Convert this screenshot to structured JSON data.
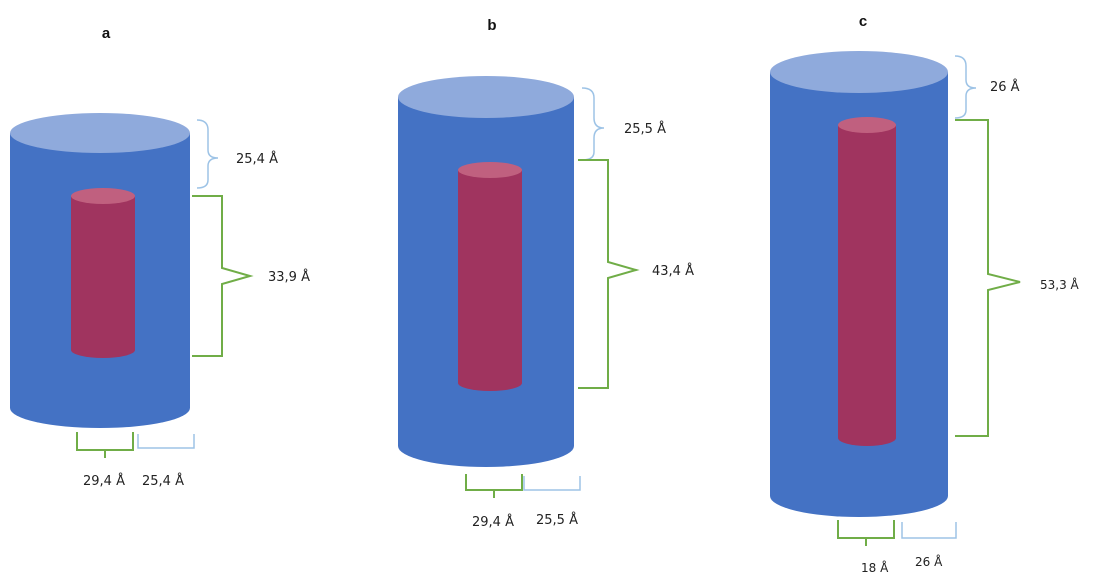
{
  "panels": [
    {
      "label": "a",
      "shell_height": "25,4 Å",
      "core_length": "33,9  Å",
      "core_diameter": "29,4 Å",
      "shell_thickness": "25,4 Å"
    },
    {
      "label": "b",
      "shell_height": "25,5 Å",
      "core_length": "43,4 Å",
      "core_diameter": "29,4  Å",
      "shell_thickness": "25,5 Å"
    },
    {
      "label": "c",
      "shell_height": "26 Å",
      "core_length": "53,3 Å",
      "core_diameter": "18 Å",
      "shell_thickness": "26 Å"
    }
  ],
  "colors": {
    "shell_body": "#4472c4",
    "shell_top": "#8faadc",
    "core_body": "#a0345f",
    "core_top": "#c0607f",
    "brace_blue": "#9dc3e6",
    "brace_green": "#70ad47"
  }
}
